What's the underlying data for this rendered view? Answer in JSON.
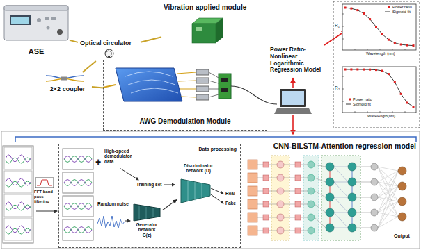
{
  "diagram": {
    "nodes": [
      {
        "text": [
          "ASE"
        ]
      },
      {
        "text": [
          "Optical circulator"
        ]
      },
      {
        "text": [
          "Vibration applied module"
        ]
      },
      {
        "text": [
          "2×2 coupler"
        ]
      },
      {
        "text": [
          "AWG Demodulation Module"
        ]
      },
      {
        "text": [
          "Power Ratio-Nonlinear Logarithmic Regression Model"
        ]
      },
      {
        "text": [
          "Data processing"
        ]
      },
      {
        "text": [
          "Generator network",
          "G(z)"
        ],
        "in": 6
      },
      {
        "text": [
          "Discriminator network (D)"
        ],
        "in": 6
      },
      {
        "text": [
          "CNN-BiLSTM-Attention regression model"
        ]
      }
    ],
    "edges": [
      {
        "from": 0,
        "to": 1,
        "arrow": "none"
      },
      {
        "from": 1,
        "to": 2,
        "arrow": "none"
      },
      {
        "from": 1,
        "to": 3,
        "arrow": "none"
      },
      {
        "from": 3,
        "to": 4,
        "arrow": "none"
      },
      {
        "from": 7,
        "to": 8,
        "arrow": "to"
      }
    ],
    "labels": [
      "Power ratio",
      "Sigmoid fit",
      "R₁",
      "Wavelength (nm)",
      "Power ratio",
      "Sigmoid fit",
      "R₂",
      "Wavelength(nm)",
      "FFT band-pass filtering",
      "+",
      "High-speed demodulator data",
      "Training set",
      "Random noise",
      "Real",
      "Fake",
      "Output"
    ]
  }
}
